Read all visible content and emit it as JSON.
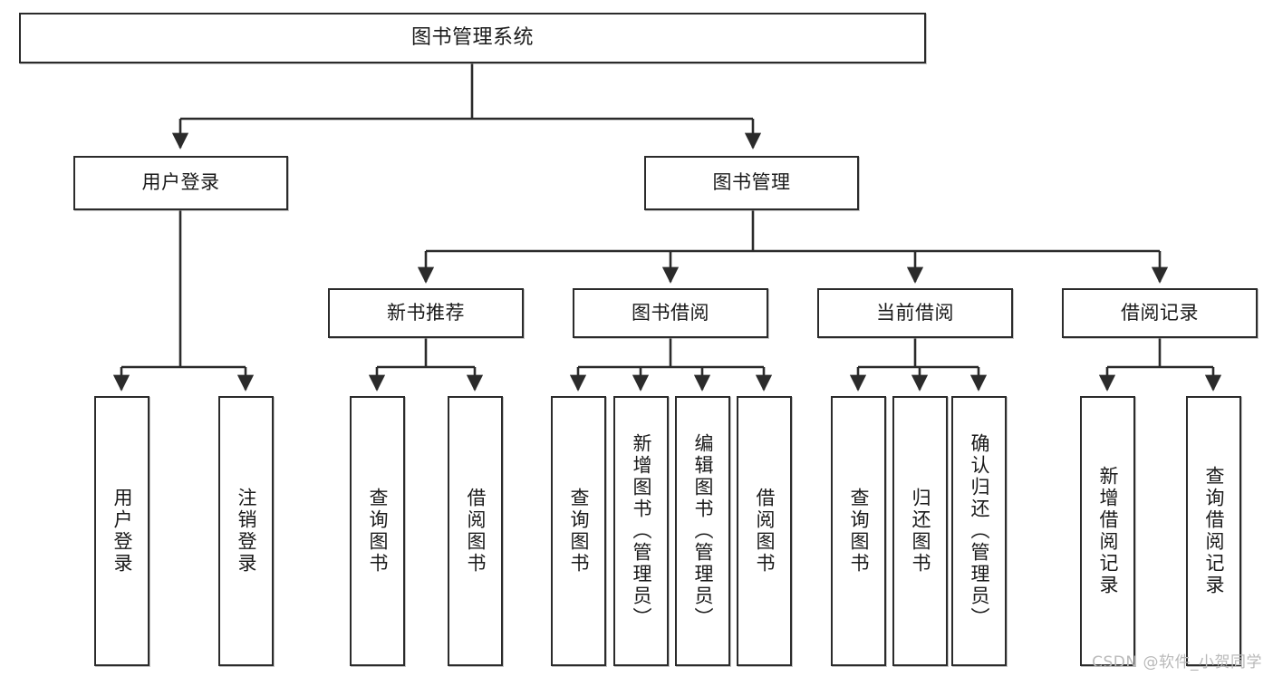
{
  "diagram": {
    "title": "图书管理系统",
    "type": "tree",
    "watermark": "CSDN @软件_小贺同学",
    "colors": {
      "node_border": "#2b2b2b",
      "node_fill": "#ffffff",
      "edge": "#2b2b2b",
      "text": "#1a1a1a",
      "watermark": "#b9b9b9",
      "background": "#ffffff"
    },
    "nodes": {
      "root": {
        "label": "图书管理系统"
      },
      "level2": [
        {
          "id": "user-login",
          "label": "用户登录"
        },
        {
          "id": "book-manage",
          "label": "图书管理"
        }
      ],
      "level3": [
        {
          "id": "new-book-recommend",
          "label": "新书推荐"
        },
        {
          "id": "book-borrow",
          "label": "图书借阅"
        },
        {
          "id": "current-borrow",
          "label": "当前借阅"
        },
        {
          "id": "borrow-record",
          "label": "借阅记录"
        }
      ],
      "leaves": {
        "user_login": [
          {
            "id": "leaf-user-login",
            "label": "用户登录"
          },
          {
            "id": "leaf-logout",
            "label": "注销登录"
          }
        ],
        "new_book_recommend": [
          {
            "id": "leaf-query-book-1",
            "label": "查询图书"
          },
          {
            "id": "leaf-borrow-book-1",
            "label": "借阅图书"
          }
        ],
        "book_borrow": [
          {
            "id": "leaf-query-book-2",
            "label": "查询图书"
          },
          {
            "id": "leaf-add-book",
            "label": "新增图书（管理员）"
          },
          {
            "id": "leaf-edit-book",
            "label": "编辑图书（管理员）"
          },
          {
            "id": "leaf-borrow-book-2",
            "label": "借阅图书"
          }
        ],
        "current_borrow": [
          {
            "id": "leaf-query-book-3",
            "label": "查询图书"
          },
          {
            "id": "leaf-return-book",
            "label": "归还图书"
          },
          {
            "id": "leaf-confirm-return",
            "label": "确认归还（管理员）"
          }
        ],
        "borrow_record": [
          {
            "id": "leaf-add-record",
            "label": "新增借阅记录"
          },
          {
            "id": "leaf-query-record",
            "label": "查询借阅记录"
          }
        ]
      }
    }
  }
}
